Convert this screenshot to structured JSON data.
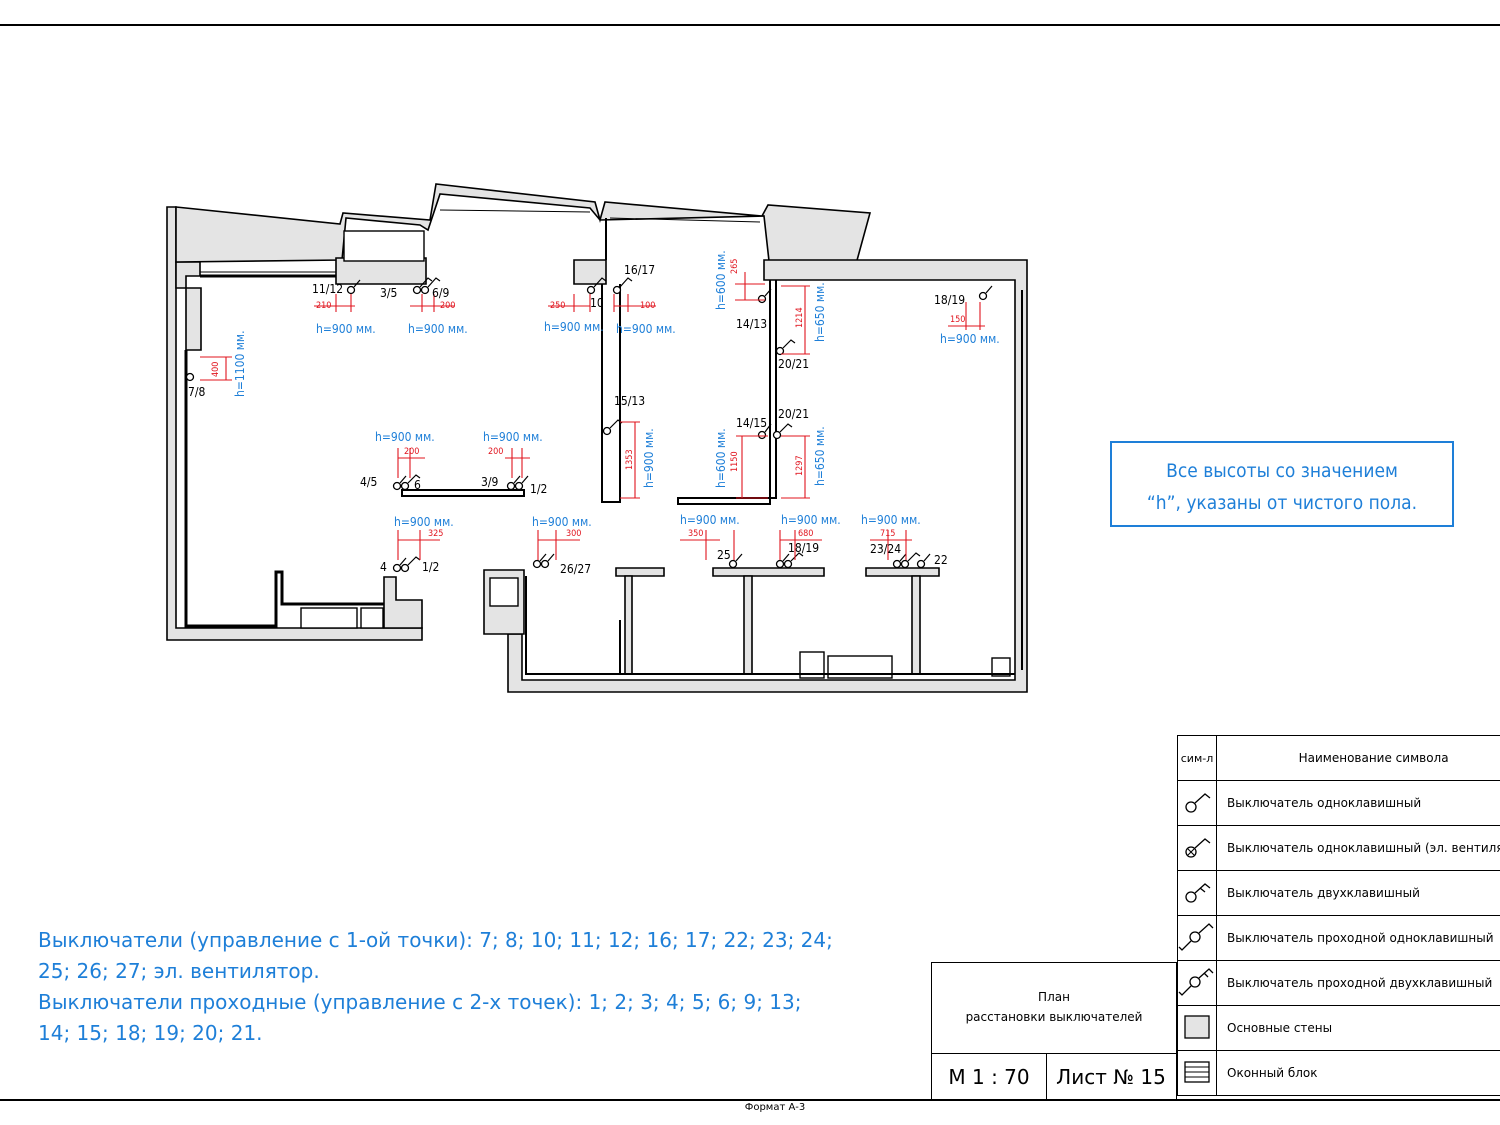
{
  "note": {
    "line1": "Все высоты со значением",
    "line2": "“h”, указаны от чистого пола."
  },
  "lists": {
    "single_point": "Выключатели (управление с 1-ой точки): 7; 8; 10; 11; 12; 16; 17; 22; 23; 24; 25; 26; 27; эл. вентилятор.",
    "two_point": "Выключатели проходные (управление с 2-х точек): 1; 2; 3; 4; 5; 6; 9; 13; 14; 15; 18; 19; 20; 21."
  },
  "legend": {
    "header_symbol": "сим-л",
    "header_name": "Наименование символа",
    "items": [
      {
        "icon": "single-switch-icon",
        "name": "Выключатель одноклавишный"
      },
      {
        "icon": "fan-switch-icon",
        "name": "Выключатель одноклавишный (эл. вентилятор)"
      },
      {
        "icon": "double-switch-icon",
        "name": "Выключатель двухклавишный"
      },
      {
        "icon": "passthrough-single-switch-icon",
        "name": "Выключатель проходной одноклавишный"
      },
      {
        "icon": "passthrough-double-switch-icon",
        "name": "Выключатель проходной двухклавишный"
      },
      {
        "icon": "main-wall-icon",
        "name": "Основные стены"
      },
      {
        "icon": "window-block-icon",
        "name": "Оконный блок"
      }
    ]
  },
  "title_block": {
    "title_line1": "План",
    "title_line2": "расстановки выключателей",
    "scale": "М 1 : 70",
    "sheet": "Лист № 15"
  },
  "format": "Формат А-3",
  "colors": {
    "dim": "#e0141e",
    "note": "#1e7fd8",
    "wall": "#e4e4e4"
  },
  "plan": {
    "labels": {
      "s1112": "11/12",
      "s35": "3/5",
      "s69": "6/9",
      "s1617": "16/17",
      "s10": "10",
      "s1413": "14/13",
      "s2021a": "20/21",
      "s1819a": "18/19",
      "s78": "7/8",
      "s1513": "15/13",
      "s1415": "14/15",
      "s2021b": "20/21",
      "s45": "4/5",
      "s6": "6",
      "s39": "3/9",
      "s12a": "1/2",
      "s4": "4",
      "s12b": "1/2",
      "s2627": "26/27",
      "s25": "25",
      "s1819b": "18/19",
      "s2324": "23/24",
      "s22": "22"
    },
    "heights": {
      "h1": "h=900 мм.",
      "h2": "h=900 мм.",
      "h3": "h=900 мм.",
      "h4": "h=900 мм.",
      "h5": "h=600 мм.",
      "h6": "h=650 мм.",
      "h7": "h=900 мм.",
      "h8": "h=1100 мм.",
      "h9": "h=900 мм.",
      "h10": "h=900 мм.",
      "h11": "h=900 мм.",
      "h12": "h=600 мм.",
      "h13": "h=650 мм.",
      "h14": "h=900 мм.",
      "h15": "h=900 мм.",
      "h16": "h=900 мм.",
      "h17": "h=900 мм.",
      "h18": "h=900 мм."
    },
    "dims": {
      "d1": "210",
      "d2": "200",
      "d3": "250",
      "d4": "100",
      "d5": "265",
      "d6": "1214",
      "d7": "150",
      "d8": "400",
      "d9": "200",
      "d10": "200",
      "d11": "1353",
      "d12": "1150",
      "d13": "1297",
      "d14": "325",
      "d15": "300",
      "d16": "350",
      "d17": "680",
      "d18": "715"
    }
  }
}
